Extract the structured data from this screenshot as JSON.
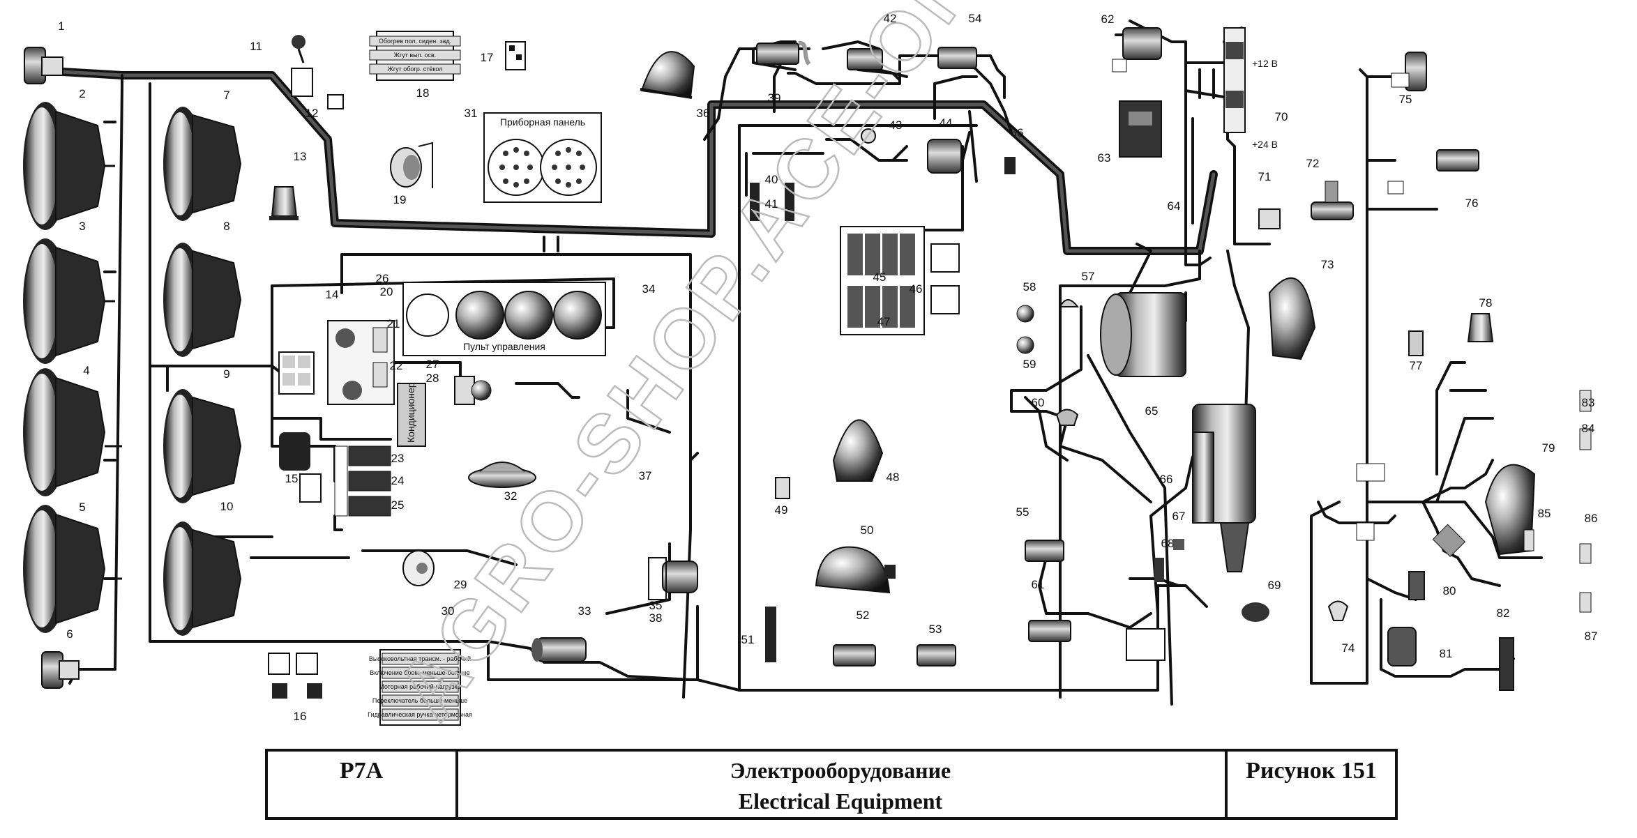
{
  "title_block": {
    "code": "P7A",
    "title_ru": "Электрооборудование",
    "title_en": "Electrical Equipment",
    "figure": "Рисунок 151"
  },
  "watermark": "AGRO-SHOP.ACE-ONLINE",
  "labels": {
    "instrument_panel": "Приборная панель",
    "control_panel": "Пульт управления",
    "conditioner": "Кондиционер",
    "v12": "+12 В",
    "v24": "+24 В"
  },
  "fuse_block_18": [
    "Обогрев пол. сиден. зад.",
    "Жгут вып. осв.",
    "Жгут обогр. стёкол"
  ],
  "relay_block_30": [
    "Высоковольтная трансм. - рабочий",
    "Включение бром. меньше-больше",
    "Моторная рабочий-нагрузка",
    "Переключатель больше-меньше",
    "Гидравлическая ручка нетормозная"
  ],
  "callouts": [
    "1",
    "2",
    "3",
    "4",
    "5",
    "6",
    "7",
    "8",
    "9",
    "10",
    "11",
    "12",
    "13",
    "14",
    "15",
    "16",
    "17",
    "18",
    "19",
    "20",
    "21",
    "22",
    "23",
    "24",
    "25",
    "26",
    "27",
    "28",
    "29",
    "30",
    "31",
    "32",
    "33",
    "34",
    "35",
    "36",
    "37",
    "38",
    "39",
    "40",
    "41",
    "42",
    "43",
    "44",
    "45",
    "46",
    "47",
    "48",
    "49",
    "50",
    "51",
    "52",
    "53",
    "54",
    "55",
    "56",
    "57",
    "58",
    "59",
    "60",
    "61",
    "62",
    "63",
    "64",
    "65",
    "66",
    "67",
    "68",
    "69",
    "70",
    "71",
    "72",
    "73",
    "74",
    "75",
    "76",
    "77",
    "78",
    "79",
    "80",
    "81",
    "82",
    "83",
    "84",
    "85",
    "86",
    "87"
  ]
}
